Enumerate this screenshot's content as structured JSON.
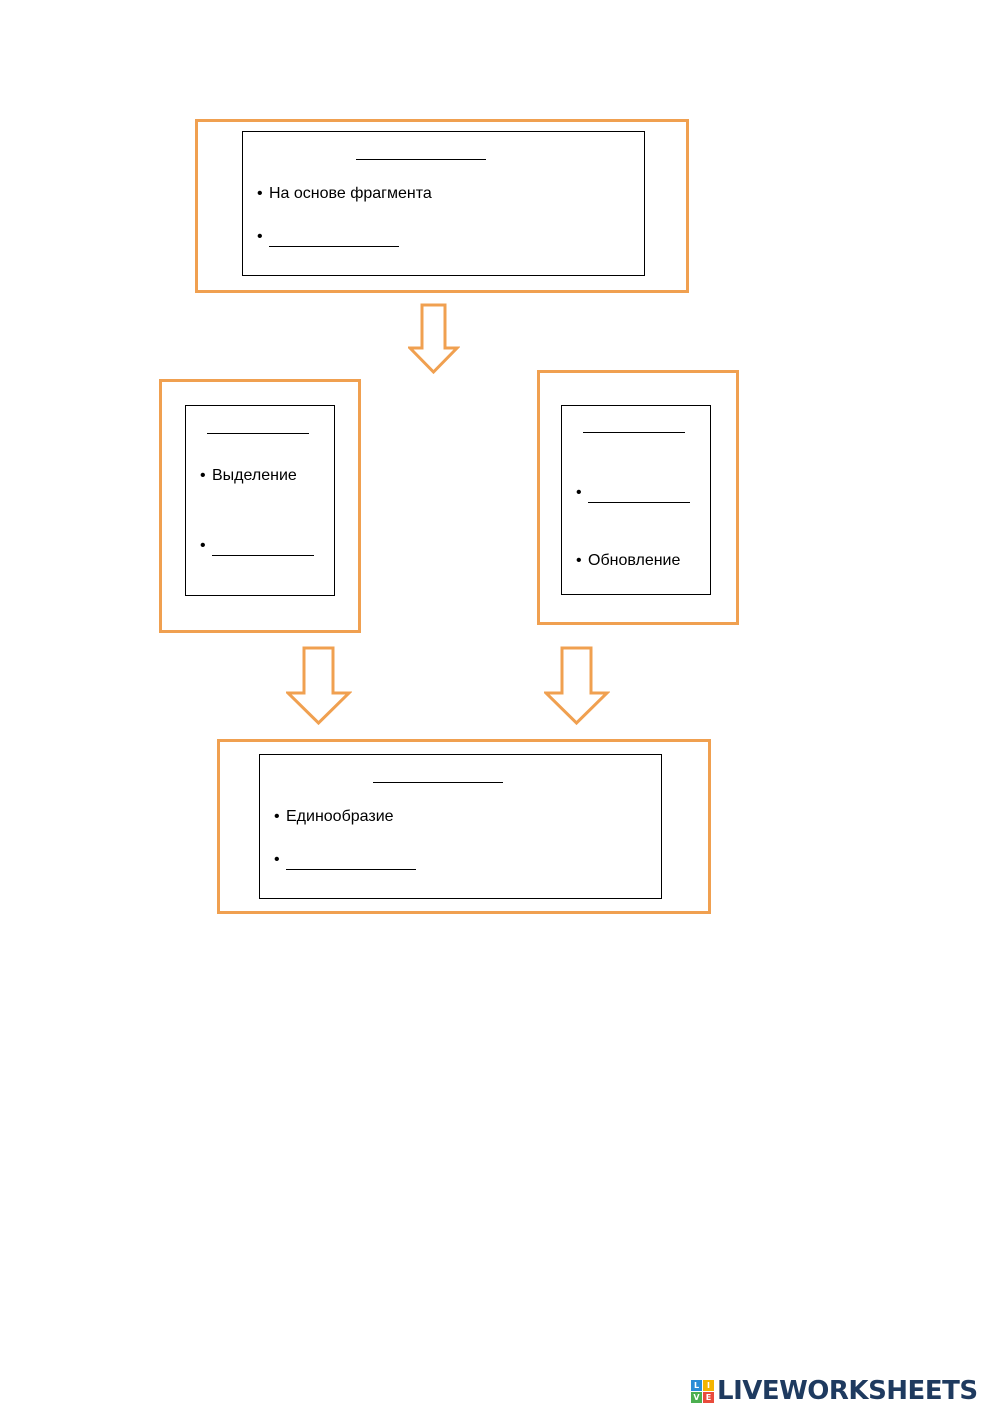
{
  "diagram": {
    "top_box": {
      "items": [
        "На основе фрагмента"
      ]
    },
    "left_box": {
      "items": [
        "Выделение"
      ]
    },
    "right_box": {
      "items": [
        "Обновление"
      ]
    },
    "bottom_box": {
      "items": [
        "Единообразие"
      ]
    },
    "bullet_symbol": "•",
    "outline_color": "#f0a050",
    "inner_border_color": "#000000"
  },
  "footer": {
    "brand_text": "LIVEWORKSHEETS",
    "logo_letters": [
      "L",
      "I",
      "V",
      "E"
    ],
    "logo_colors": [
      "#2b8cd6",
      "#f4b400",
      "#4caf50",
      "#e94b3c"
    ],
    "brand_color": "#1e3a5f"
  }
}
